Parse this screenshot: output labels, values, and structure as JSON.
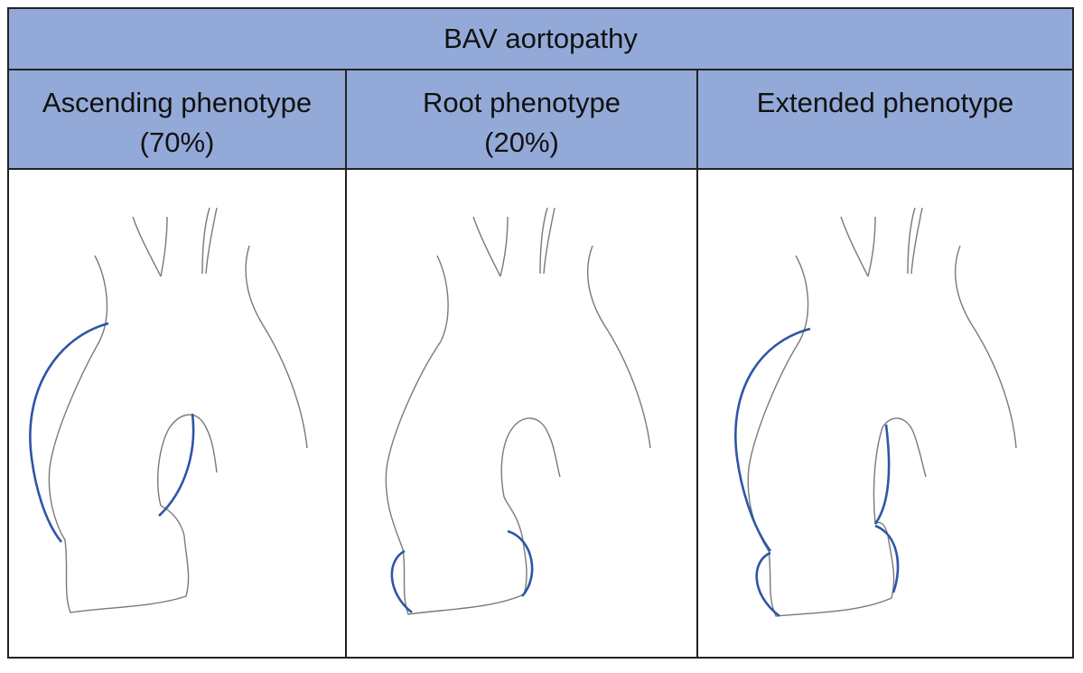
{
  "title": "BAV aortopathy",
  "phenotypes": [
    {
      "name": "Ascending phenotype",
      "share": "(70%)",
      "dilated_segments": [
        "ascending-aorta"
      ]
    },
    {
      "name": "Root phenotype",
      "share": "(20%)",
      "dilated_segments": [
        "aortic-root"
      ]
    },
    {
      "name": "Extended phenotype",
      "share": "",
      "dilated_segments": [
        "aortic-root",
        "ascending-aorta"
      ]
    }
  ],
  "colors": {
    "header_fill": "#93A9D8",
    "dilation_line": "#2F55A6",
    "vessel_outline": "#7a7a7a"
  }
}
